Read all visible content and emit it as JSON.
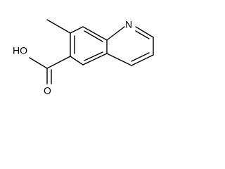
{
  "molecule": {
    "atoms": {
      "nitrogen": "N",
      "carbonyl_oxygen": "O",
      "hydroxyl": "HO"
    }
  },
  "colors": {
    "ink": "#000000",
    "background": "#ffffff"
  }
}
